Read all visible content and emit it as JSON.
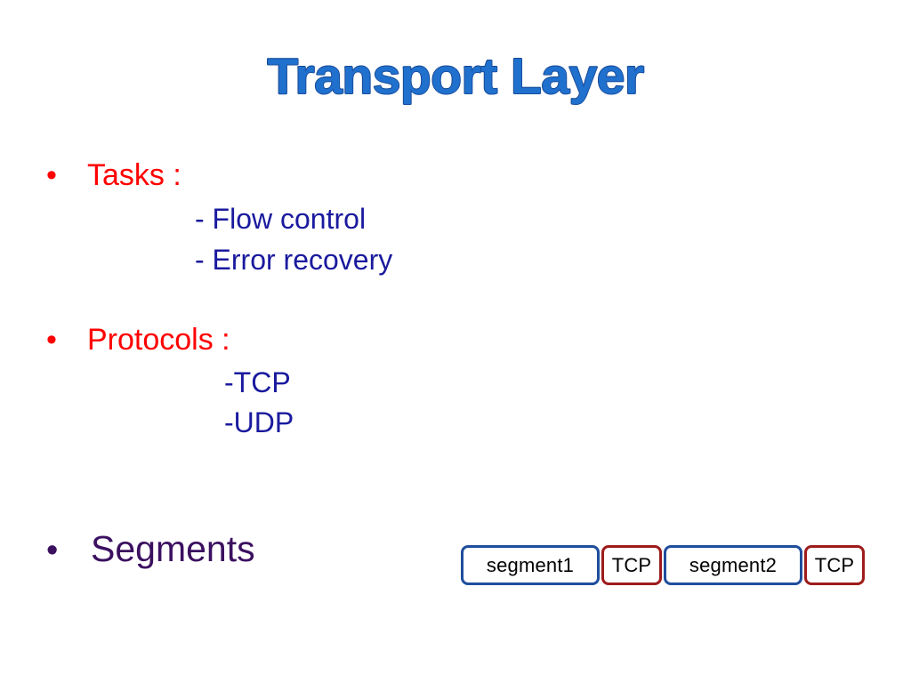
{
  "slide": {
    "title": "Transport Layer",
    "background_color": "#ffffff",
    "title_color": "#2070ce",
    "title_outline_color": "#1a4f9e"
  },
  "bullets": [
    {
      "id": "tasks",
      "marker": "•",
      "label": "Tasks :",
      "color": "#ff0000",
      "sub_items": [
        {
          "text": "- Flow control",
          "color": "#1a1a9e"
        },
        {
          "text": "- Error recovery",
          "color": "#1a1a9e"
        }
      ]
    },
    {
      "id": "protocols",
      "marker": "•",
      "label": "Protocols :",
      "color": "#ff0000",
      "sub_items": [
        {
          "text": "-TCP",
          "color": "#1a1a9e"
        },
        {
          "text": "-UDP",
          "color": "#1a1a9e"
        }
      ]
    },
    {
      "id": "segments",
      "marker": "•",
      "label": "Segments",
      "color": "#3b1060",
      "sub_items": []
    }
  ],
  "segment_diagram": {
    "boxes": [
      {
        "label": "segment1",
        "kind": "payload",
        "border_color": "#1f4e9c",
        "text_color": "#000000"
      },
      {
        "label": "TCP",
        "kind": "header",
        "border_color": "#9e1b1b",
        "text_color": "#000000"
      },
      {
        "label": "segment2",
        "kind": "payload",
        "border_color": "#1f4e9c",
        "text_color": "#000000"
      },
      {
        "label": "TCP",
        "kind": "header",
        "border_color": "#9e1b1b",
        "text_color": "#000000"
      }
    ]
  }
}
